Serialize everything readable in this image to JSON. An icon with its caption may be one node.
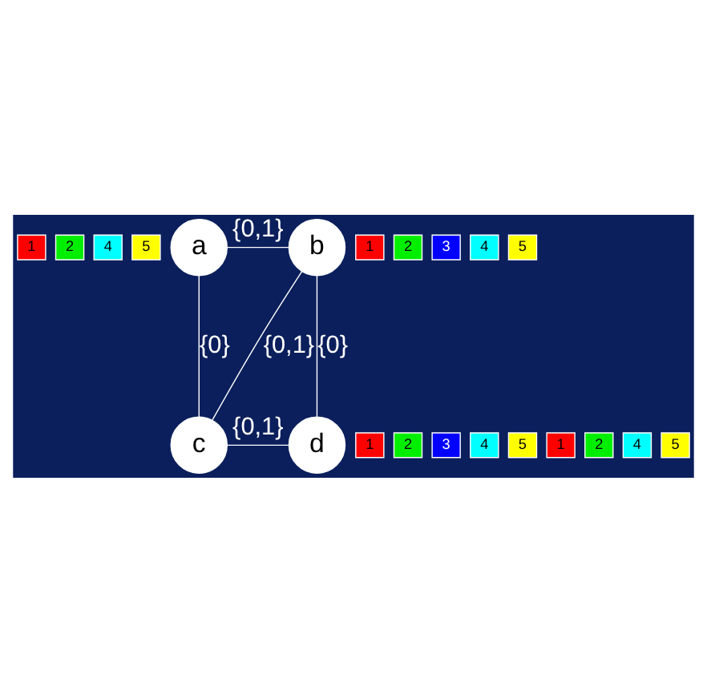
{
  "diagram": {
    "nodes": [
      {
        "text": [
          "1"
        ]
      },
      {
        "text": [
          "2"
        ]
      },
      {
        "text": [
          "4"
        ]
      },
      {
        "text": [
          "5"
        ]
      },
      {
        "text": [
          "a"
        ]
      },
      {
        "text": [
          "b"
        ]
      },
      {
        "text": [
          "1"
        ]
      },
      {
        "text": [
          "2"
        ]
      },
      {
        "text": [
          "3"
        ]
      },
      {
        "text": [
          "4"
        ]
      },
      {
        "text": [
          "5"
        ]
      },
      {
        "text": [
          "1"
        ]
      },
      {
        "text": [
          "2"
        ]
      },
      {
        "text": [
          "3"
        ]
      },
      {
        "text": [
          "4"
        ]
      },
      {
        "text": [
          "5"
        ]
      },
      {
        "text": [
          "c"
        ]
      },
      {
        "text": [
          "d"
        ]
      },
      {
        "text": [
          "1"
        ]
      },
      {
        "text": [
          "2"
        ]
      },
      {
        "text": [
          "4"
        ]
      },
      {
        "text": [
          "5"
        ]
      }
    ],
    "edges": [
      {
        "from": 4,
        "to": 5,
        "arrow": "none",
        "label": "{0,1}"
      },
      {
        "from": 5,
        "to": 16,
        "arrow": "none",
        "label": "{0,1}"
      },
      {
        "from": 4,
        "to": 16,
        "arrow": "none",
        "label": "{0}"
      },
      {
        "from": 5,
        "to": 17,
        "arrow": "none",
        "label": "{0}"
      },
      {
        "from": 16,
        "to": 17,
        "arrow": "none",
        "label": "{0,1}"
      }
    ]
  }
}
